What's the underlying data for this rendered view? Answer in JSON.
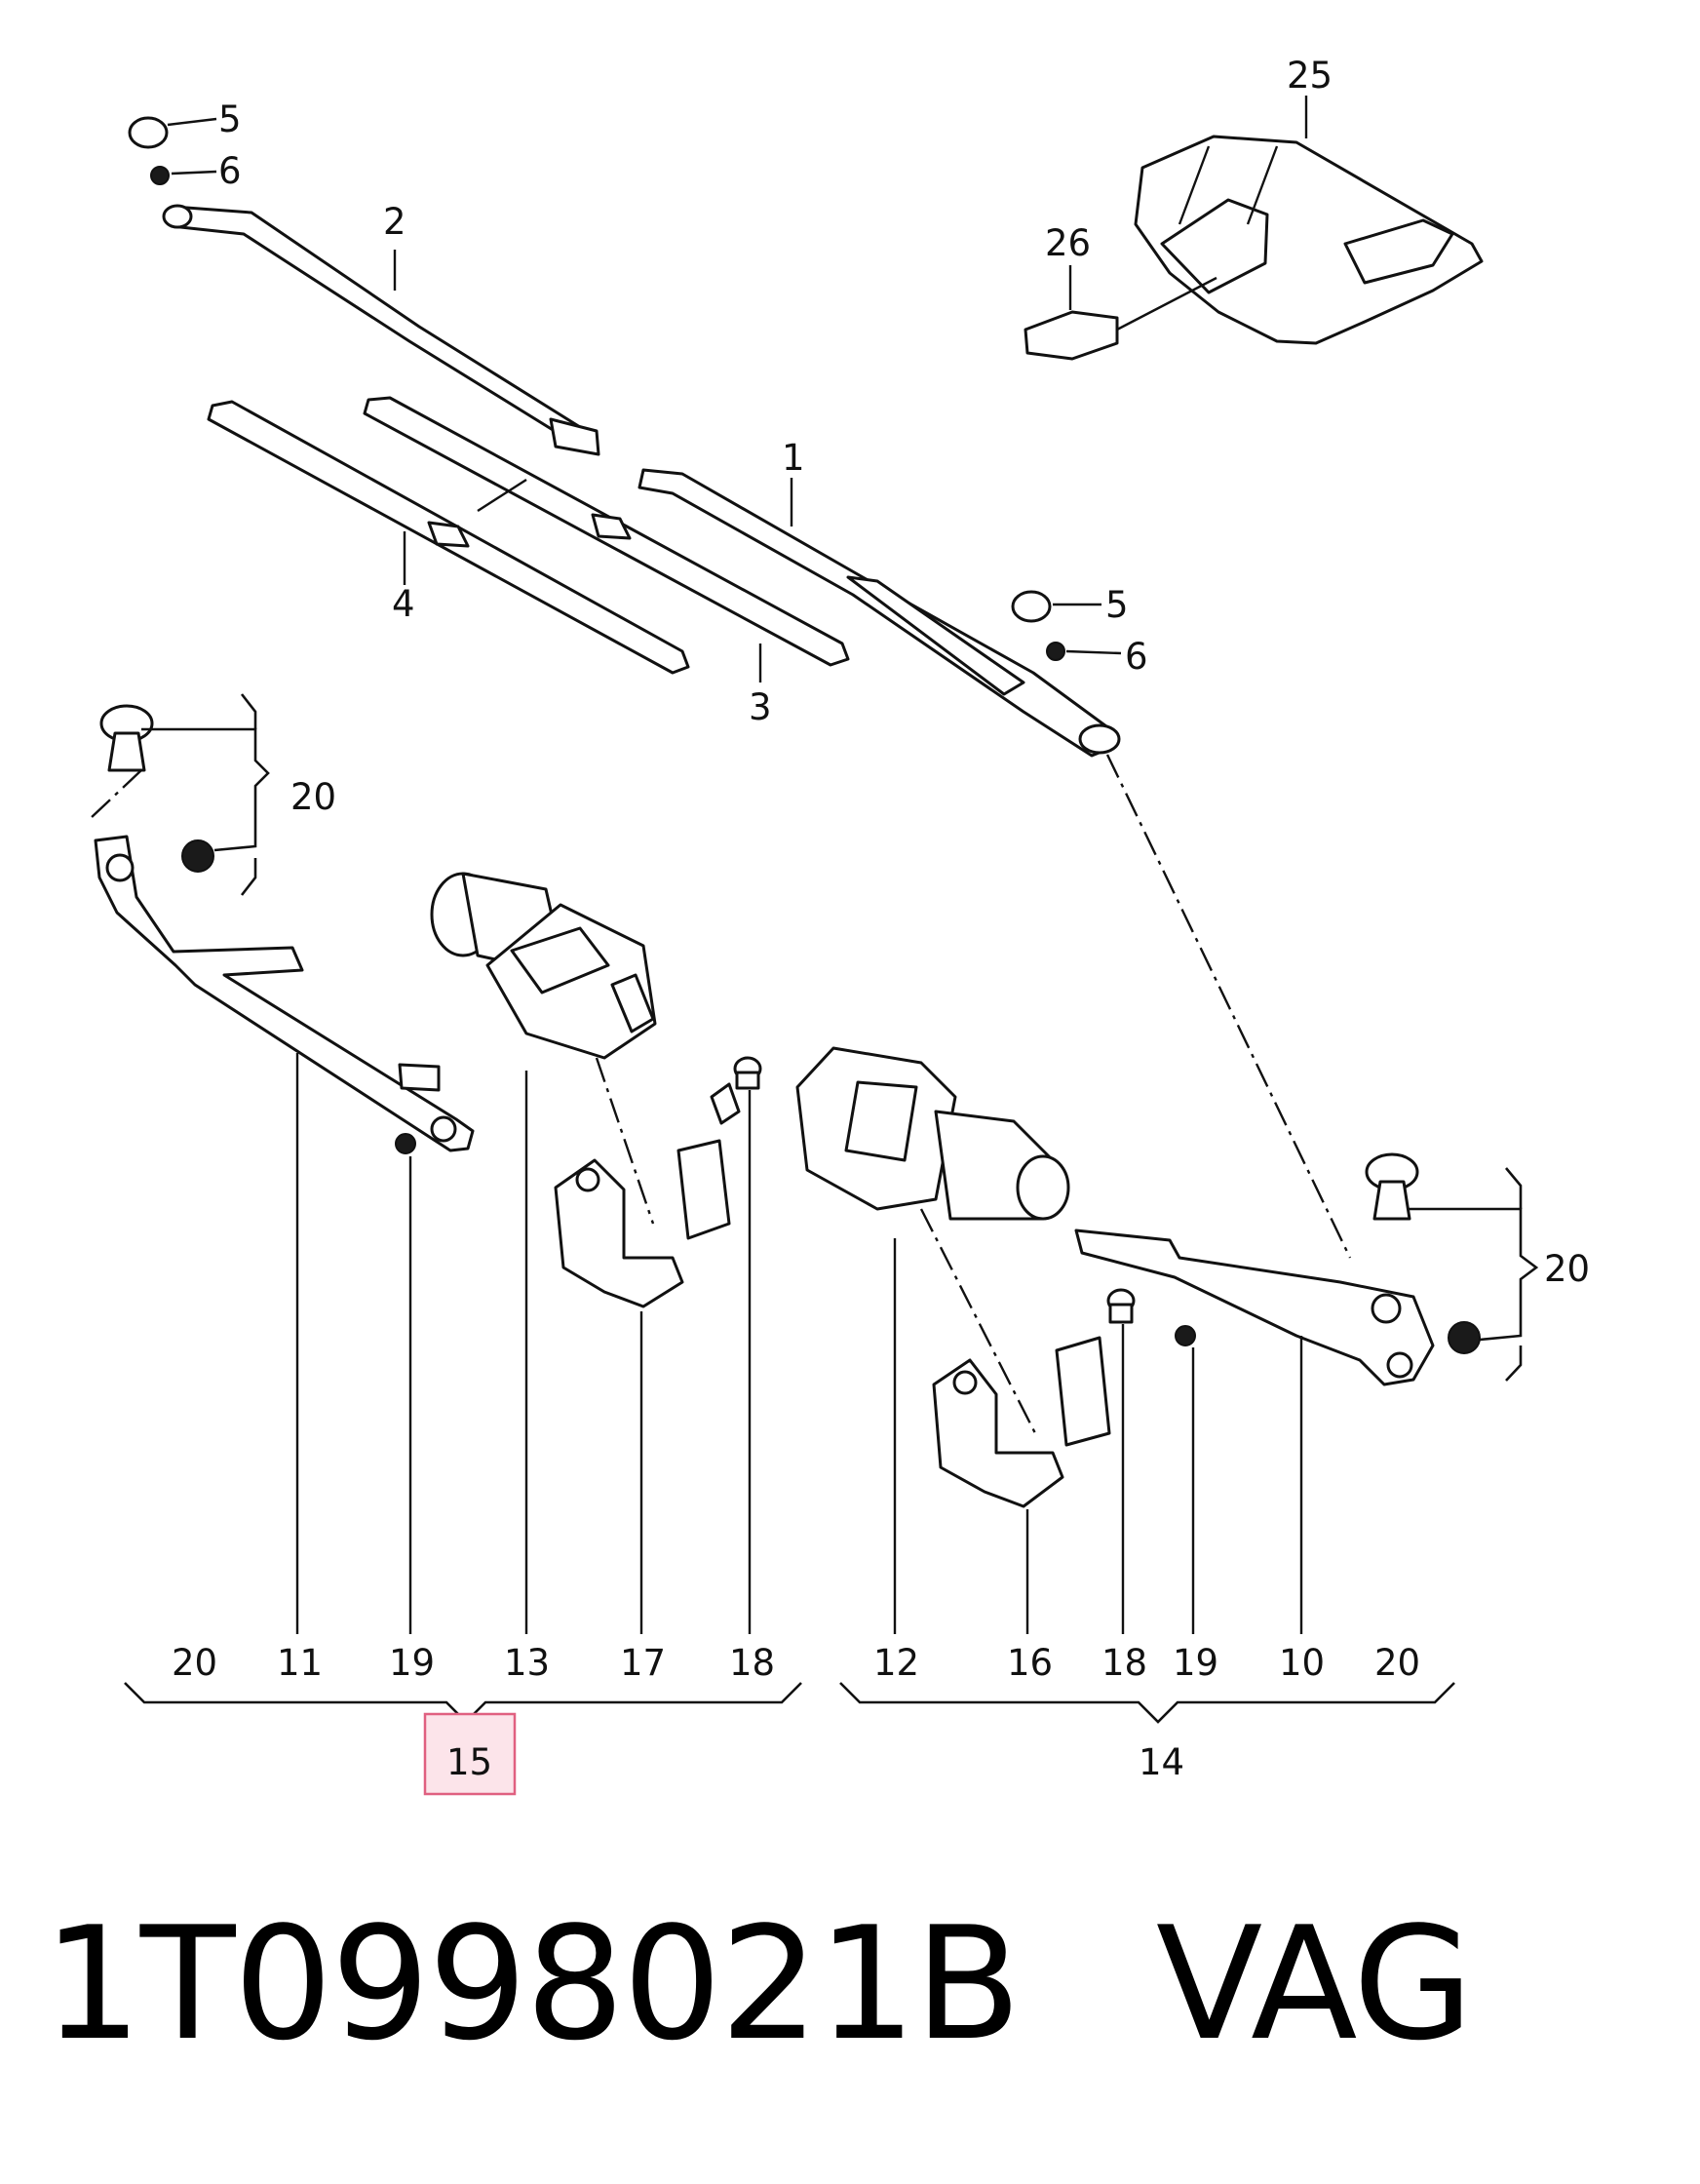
{
  "diagram": {
    "callouts": {
      "c1": "1",
      "c2": "2",
      "c3": "3",
      "c4": "4",
      "c5_top": "5",
      "c6_top": "6",
      "c5_right": "5",
      "c6_right": "6",
      "c20_left_bracket": "20",
      "c20_right_bracket": "20",
      "c25": "25",
      "c26": "26",
      "c11": "11",
      "c19_left": "19",
      "c13": "13",
      "c17": "17",
      "c18_left": "18",
      "c12": "12",
      "c16": "16",
      "c18_right": "18",
      "c19_right": "19",
      "c10": "10"
    },
    "group_left": {
      "members": [
        "20",
        "11",
        "19",
        "13",
        "17",
        "18"
      ],
      "label": "15"
    },
    "group_right": {
      "members": [
        "12",
        "16",
        "18",
        "19",
        "10",
        "20"
      ],
      "label": "14"
    }
  },
  "footer": {
    "part_number": "1T0998021B",
    "brand": "VAG"
  },
  "colors": {
    "line": "#111111",
    "highlight_fill": "#fce4ea",
    "highlight_stroke": "#e06080"
  }
}
